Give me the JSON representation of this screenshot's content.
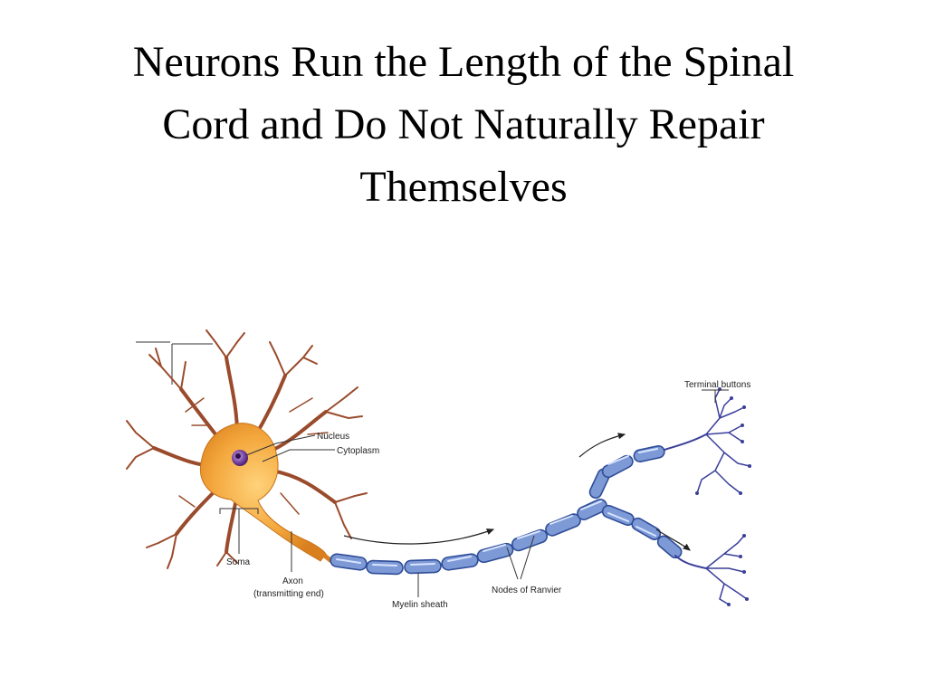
{
  "title": {
    "lines": [
      "Neurons Run the Length of the Spinal",
      "Cord and Do Not Naturally Repair",
      "Themselves"
    ]
  },
  "diagram": {
    "labels": {
      "nucleus": "Nucleus",
      "cytoplasm": "Cytoplasm",
      "soma": "Soma",
      "axon": "Axon",
      "axon_sub": "(transmitting end)",
      "myelin": "Myelin sheath",
      "nodes": "Nodes of Ranvier",
      "terminal": "Terminal buttons"
    },
    "colors": {
      "soma": "#f3a63b",
      "dendrite": "#9a4b2c",
      "myelin": "#7d9ad6",
      "nucleus": "#6a3b8c",
      "terminal": "#3a3f9a"
    }
  }
}
